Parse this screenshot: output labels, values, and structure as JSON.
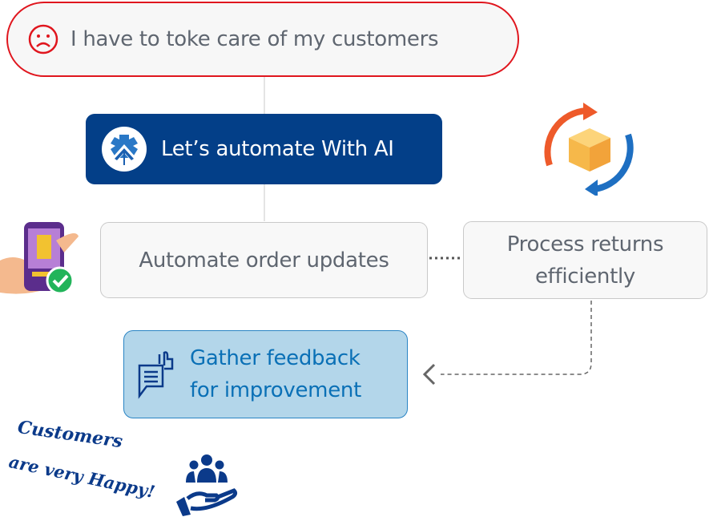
{
  "problem": {
    "text": "I have to toke care of my customers",
    "icon": "sad-face-icon"
  },
  "solution": {
    "text": "Let’s automate With AI",
    "icon": "ai-gear-logo-icon"
  },
  "steps": [
    {
      "text": "Automate order updates",
      "icon": "phone-order-check-icon"
    },
    {
      "line1": "Process returns",
      "line2": "efficiently",
      "icon": "return-sync-box-icon"
    },
    {
      "line1": "Gather feedback",
      "line2": "for improvement",
      "icon": "feedback-thumbs-up-icon"
    }
  ],
  "outcome": {
    "line1": "Customers",
    "line2": "are very Happy!",
    "icon": "customers-care-hand-icon"
  },
  "colors": {
    "red": "#e0161e",
    "navy": "#033f88",
    "lightblue": "#b3d6ea",
    "blue": "#0a70b6"
  }
}
